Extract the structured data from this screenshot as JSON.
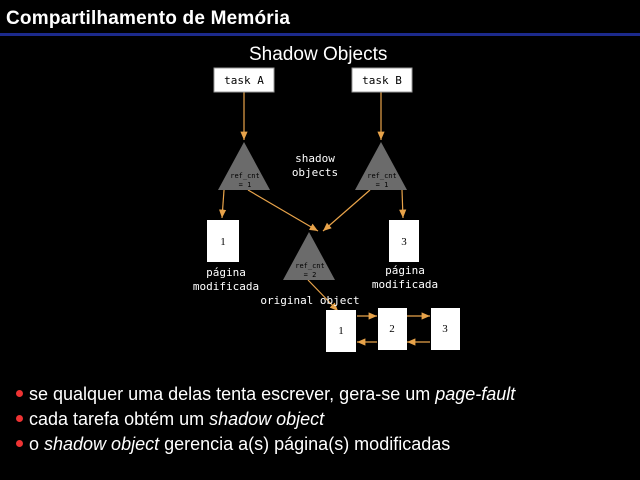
{
  "slide": {
    "title": "Compartilhamento de Memória",
    "subtitle": "Shadow Objects"
  },
  "diagram": {
    "task_a": "task A",
    "task_b": "task B",
    "shadow_label_1": "shadow",
    "shadow_label_2": "objects",
    "tri_left_ref": "ref_cnt",
    "tri_left_val": "= 1",
    "tri_right_ref": "ref_cnt",
    "tri_right_val": "= 1",
    "tri_center_ref": "ref_cnt",
    "tri_center_val": "= 2",
    "page_left": "1",
    "page_right": "3",
    "page_left_caption_1": "página",
    "page_left_caption_2": "modificada",
    "page_right_caption_1": "página",
    "page_right_caption_2": "modificada",
    "original_object": "original object",
    "orig_pages": [
      "1",
      "2",
      "3"
    ],
    "colors": {
      "arrow": "#e8a34a",
      "triangle": "#6b6b6b",
      "box": "#ffffff",
      "title_rule": "#1c2a8c",
      "bullet": "#e33333"
    }
  },
  "bullets": [
    {
      "before": "se qualquer uma delas tenta escrever, gera-se um ",
      "em": "page-fault",
      "after": ""
    },
    {
      "before": "cada tarefa obtém um ",
      "em": "shadow object",
      "after": ""
    },
    {
      "before": "o ",
      "em": "shadow object",
      "after": " gerencia a(s) página(s) modificadas"
    }
  ]
}
